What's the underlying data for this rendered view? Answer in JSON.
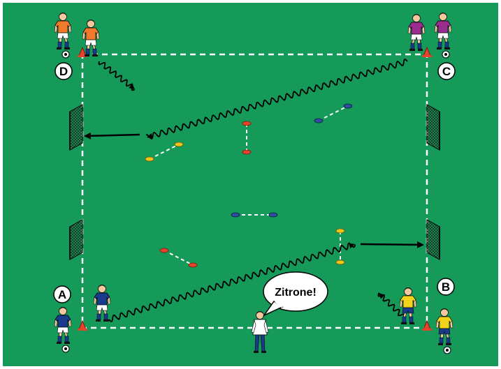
{
  "colors": {
    "pitch": "#159a5a",
    "line": "#ffffff",
    "team_orange": "#f07a2a",
    "team_purple": "#9b2d8f",
    "team_yellow": "#f3d21c",
    "team_blue": "#1a3a8c",
    "cone_red": "#e2452c",
    "cone_yellow": "#f2c51d",
    "cone_blue": "#2f4f9a",
    "goal_net": "#2a3a2a"
  },
  "corners": {
    "a": "A",
    "b": "B",
    "c": "C",
    "d": "D"
  },
  "speech_bubble": {
    "text": "Zitrone!"
  },
  "icons": [
    "player-icon",
    "cone-icon",
    "ball-icon",
    "goal-icon",
    "coach-icon",
    "speech-bubble-icon"
  ]
}
